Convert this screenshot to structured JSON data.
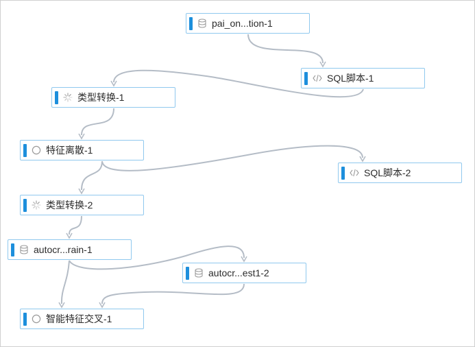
{
  "nodes": [
    {
      "id": "n1",
      "label": "pai_on...tion-1",
      "icon": "database-icon"
    },
    {
      "id": "n2",
      "label": "SQL脚本-1",
      "icon": "code-icon"
    },
    {
      "id": "n3",
      "label": "类型转换-1",
      "icon": "spinner-icon"
    },
    {
      "id": "n4",
      "label": "特征离散-1",
      "icon": "circle-icon"
    },
    {
      "id": "n5",
      "label": "SQL脚本-2",
      "icon": "code-icon"
    },
    {
      "id": "n6",
      "label": "类型转换-2",
      "icon": "spinner-icon"
    },
    {
      "id": "n7",
      "label": "autocr...rain-1",
      "icon": "database-icon"
    },
    {
      "id": "n8",
      "label": "autocr...est1-2",
      "icon": "database-icon"
    },
    {
      "id": "n9",
      "label": "智能特征交叉-1",
      "icon": "circle-icon"
    }
  ],
  "edges": [
    {
      "from": "n1",
      "to": "n2"
    },
    {
      "from": "n2",
      "to": "n3"
    },
    {
      "from": "n3",
      "to": "n4"
    },
    {
      "from": "n4",
      "to": "n5"
    },
    {
      "from": "n4",
      "to": "n6"
    },
    {
      "from": "n6",
      "to": "n7"
    },
    {
      "from": "n7",
      "to": "n8"
    },
    {
      "from": "n7",
      "to": "n9"
    },
    {
      "from": "n8",
      "to": "n9"
    }
  ],
  "colors": {
    "accent": "#1d8fdc",
    "node_border": "#8fc8ee",
    "edge": "#b4bcc6",
    "icon": "#9a9a9a"
  }
}
